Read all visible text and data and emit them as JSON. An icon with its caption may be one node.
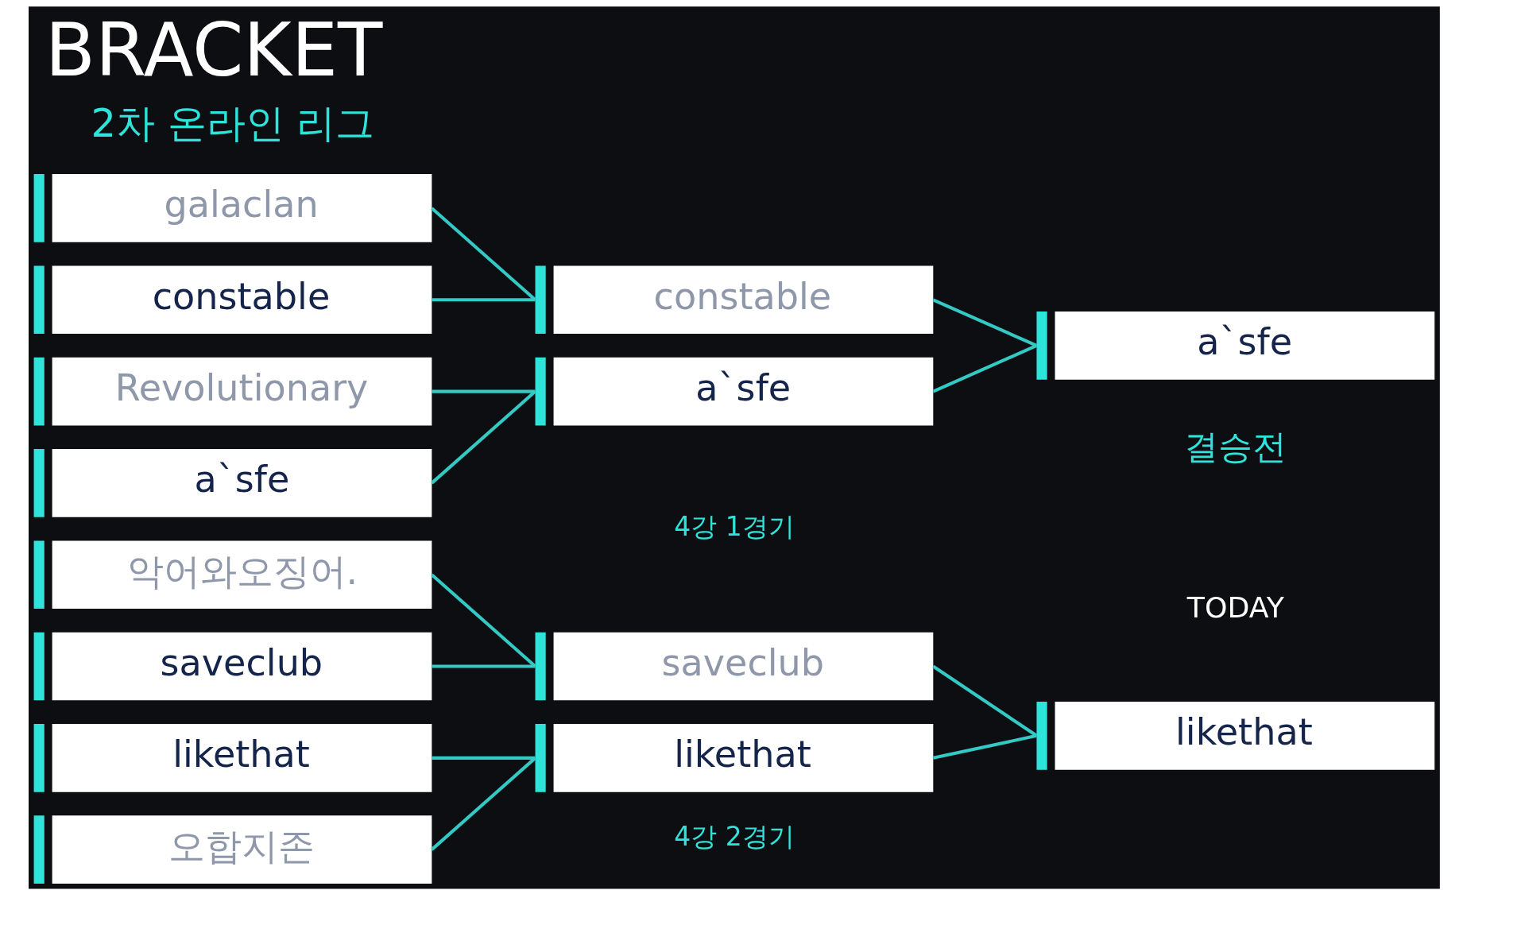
{
  "diagram": {
    "title": "BRACKET",
    "nodes": [
      {
        "text": [
          "galaclan"
        ]
      },
      {
        "text": [
          "constable"
        ]
      },
      {
        "text": [
          "Revolutionary"
        ]
      },
      {
        "text": [
          "a`sfe"
        ]
      },
      {
        "text": [
          "악어와오징어."
        ]
      },
      {
        "text": [
          "saveclub"
        ]
      },
      {
        "text": [
          "likethat"
        ]
      },
      {
        "text": [
          "오합지존"
        ]
      },
      {
        "text": [
          "constable"
        ]
      },
      {
        "text": [
          "a`sfe"
        ]
      },
      {
        "text": [
          "saveclub"
        ]
      },
      {
        "text": [
          "likethat"
        ]
      },
      {
        "text": [
          "a`sfe"
        ]
      },
      {
        "text": [
          "likethat"
        ]
      }
    ],
    "edges": [
      {
        "from": 0,
        "to": 8,
        "arrow": "none"
      },
      {
        "from": 1,
        "to": 8,
        "arrow": "none"
      },
      {
        "from": 2,
        "to": 9,
        "arrow": "none"
      },
      {
        "from": 3,
        "to": 9,
        "arrow": "none"
      },
      {
        "from": 4,
        "to": 10,
        "arrow": "none"
      },
      {
        "from": 5,
        "to": 10,
        "arrow": "none"
      },
      {
        "from": 6,
        "to": 11,
        "arrow": "none"
      },
      {
        "from": 7,
        "to": 11,
        "arrow": "none"
      },
      {
        "from": 8,
        "to": 12,
        "arrow": "none"
      },
      {
        "from": 9,
        "to": 12,
        "arrow": "none"
      },
      {
        "from": 10,
        "to": 13,
        "arrow": "none"
      },
      {
        "from": 11,
        "to": 13,
        "arrow": "none"
      }
    ],
    "labels": [
      "2차 온라인 리그",
      "4강 1경기",
      "4강 2경기",
      "결승전",
      "TODAY"
    ]
  }
}
